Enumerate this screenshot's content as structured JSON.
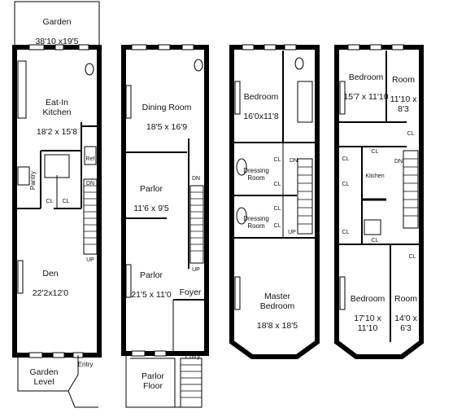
{
  "floors": {
    "garden": {
      "garden": {
        "name": "Garden",
        "size": "38'10 x19'5"
      },
      "kitchen": {
        "name": "Eat-In\nKitchen",
        "size": "18'2 x 15'8"
      },
      "pantry": "Pantry",
      "ref": "Ref",
      "cl": "CL",
      "dn": "DN",
      "up": "UP",
      "den": {
        "name": "Den",
        "size": "22'2x12'0"
      },
      "entry": "Entry",
      "floor_label": "Garden\nLevel"
    },
    "parlor": {
      "dining": {
        "name": "Dining Room",
        "size": "18'5 x 16'9"
      },
      "parlor1": {
        "name": "Parlor",
        "size": "11'6 x 9'5"
      },
      "parlor2": {
        "name": "Parlor",
        "size": "21'5 x 11'0"
      },
      "dn": "DN",
      "up": "UP",
      "foyer": "Foyer",
      "entry": "Entry",
      "floor_label": "Parlor\nFloor"
    },
    "third": {
      "bedroom": {
        "name": "Bedroom",
        "size": "16'0x11'8"
      },
      "dressing1": "Dressing\nRoom",
      "dressing2": "Dressing\nRoom",
      "cl": "CL",
      "dn": "DN",
      "up": "UP",
      "master": {
        "name": "Master\nBedroom",
        "size": "18'8 x 18'5"
      }
    },
    "fourth": {
      "bedroom1": {
        "name": "Bedroom",
        "size": "15'7 x 11'10"
      },
      "room1": {
        "name": "Room",
        "size": "11'10 x\n8'3"
      },
      "cl": "CL",
      "kitchen": "Kitchen",
      "dn": "DN",
      "bedroom2": {
        "name": "Bedroom",
        "size": "17'10 x\n11'10"
      },
      "room2": {
        "name": "Room",
        "size": "14'0 x\n6'3"
      }
    }
  }
}
